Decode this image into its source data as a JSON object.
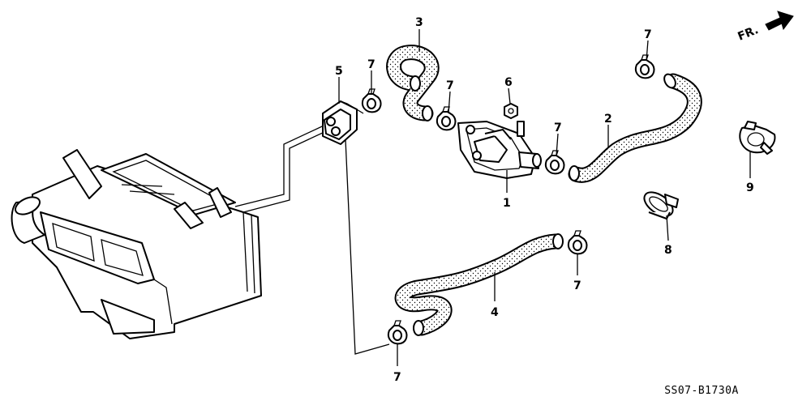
{
  "direction_marker": {
    "text": "FR."
  },
  "diagram_code": "SS07-B1730A",
  "callouts": [
    {
      "id": "c1",
      "text": "1"
    },
    {
      "id": "c2",
      "text": "2"
    },
    {
      "id": "c3",
      "text": "3"
    },
    {
      "id": "c4",
      "text": "4"
    },
    {
      "id": "c5",
      "text": "5"
    },
    {
      "id": "c6",
      "text": "6"
    },
    {
      "id": "c7a",
      "text": "7"
    },
    {
      "id": "c7b",
      "text": "7"
    },
    {
      "id": "c7c",
      "text": "7"
    },
    {
      "id": "c7d",
      "text": "7"
    },
    {
      "id": "c7e",
      "text": "7"
    },
    {
      "id": "c7f",
      "text": "7"
    },
    {
      "id": "c8",
      "text": "8"
    },
    {
      "id": "c9",
      "text": "9"
    }
  ],
  "colors": {
    "ink": "#000000",
    "paper": "#ffffff",
    "hose_fill": "#f3f3f3"
  }
}
